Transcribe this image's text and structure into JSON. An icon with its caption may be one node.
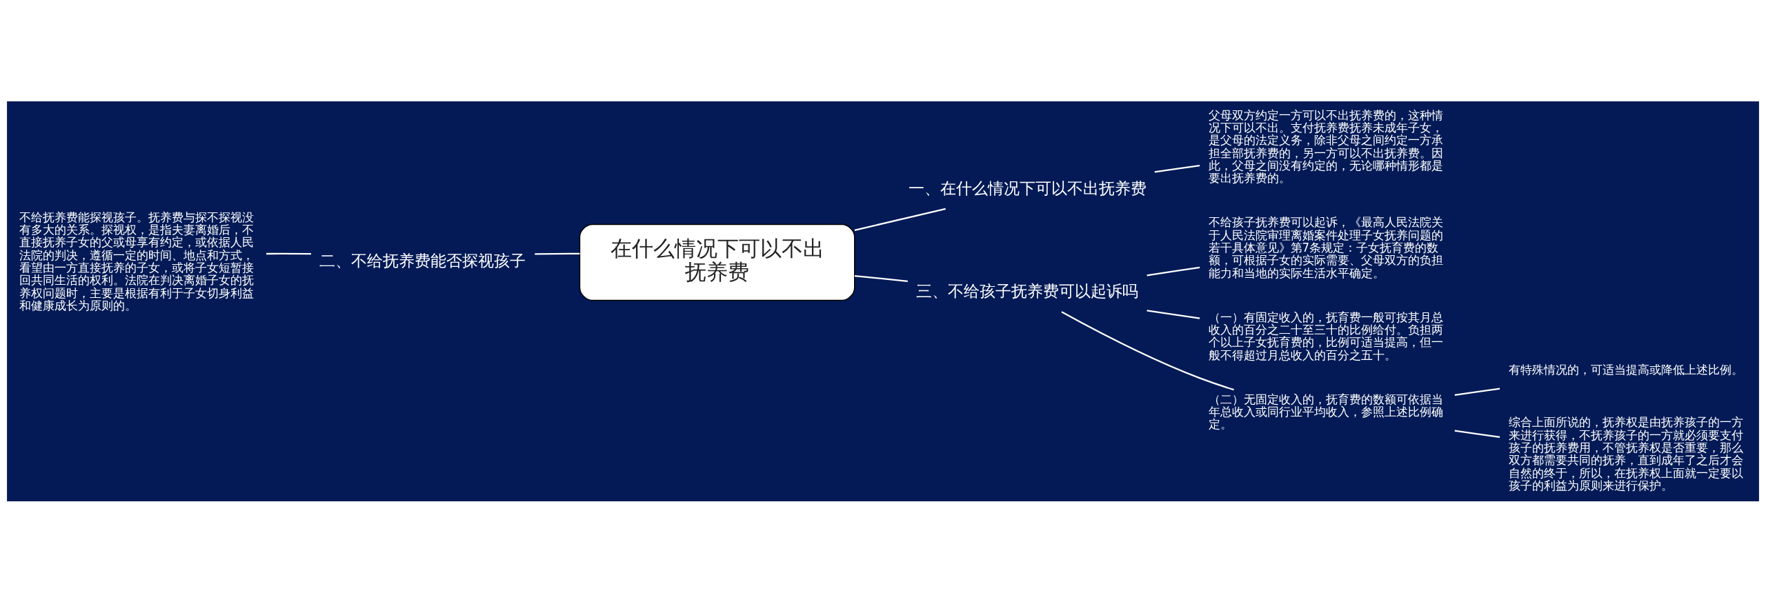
{
  "diagram": {
    "nodes": [
      {
        "text": [
          "在什么情况下可以不出抚养费"
        ]
      },
      {
        "text": [
          "一、在什么情况下可以不出抚养费"
        ]
      },
      {
        "text": [
          "父母双方约定一方可以不出抚养费的，这种情况下可以不出。支付抚养费抚养未成年子女，是父母的法定义务，除非父母之间约定一方承担全部抚养费的，另一方可以不出抚养费。因此，父母之间没有约定的，无论哪种情形都是要出抚养费的。"
        ]
      },
      {
        "text": [
          "二、不给抚养费能否探视孩子"
        ]
      },
      {
        "text": [
          "不给抚养费能探视孩子。抚养费与探不探视没有多大的关系。探视权，是指夫妻离婚后，不直接抚养子女的父或母享有约定，或依据人民法院的判决，遵循一定的时间、地点和方式，看望由一方直接抚养的子女，或将子女短暂接回共同生活的权利。法院在判决离婚子女的抚养权问题时，主要是根据有利于子女切身利益和健康成长为原则的。"
        ]
      },
      {
        "text": [
          "三、不给孩子抚养费可以起诉吗"
        ]
      },
      {
        "text": [
          "不给孩子抚养费可以起诉，《最高人民法院关于人民法院审理离婚案件处理子女抚养问题的若干具体意见》第7条规定：子女抚育费的数额，可根据子女的实际需要、父母双方的负担能力和当地的实际生活水平确定。"
        ]
      },
      {
        "text": [
          "（一）有固定收入的，抚育费一般可按其月总收入的百分之二十至三十的比例给付。负担两个以上子女抚育费的，比例可适当提高，但一般不得超过月总收入的百分之五十。"
        ]
      },
      {
        "text": [
          "（二）无固定收入的，抚育费的数额可依据当年总收入或同行业平均收入，参照上述比例确定。"
        ]
      },
      {
        "text": [
          "有特殊情况的，可适当提高或降低上述比例。"
        ]
      },
      {
        "text": [
          "综合上面所说的，抚养权是由抚养孩子的一方来进行获得，不抚养孩子的一方就必须要支付孩子的抚养费用，不管抚养权是否重要，那么双方都需要共同的抚养，直到成年了之后才会自然的终于，所以，在抚养权上面就一定要以孩子的利益为原则来进行保护。"
        ]
      }
    ],
    "edges": [
      {
        "from": 0,
        "to": 1,
        "arrow": "none"
      },
      {
        "from": 1,
        "to": 2,
        "arrow": "none"
      },
      {
        "from": 0,
        "to": 3,
        "arrow": "none"
      },
      {
        "from": 3,
        "to": 4,
        "arrow": "none"
      },
      {
        "from": 0,
        "to": 5,
        "arrow": "none"
      },
      {
        "from": 5,
        "to": 6,
        "arrow": "none"
      },
      {
        "from": 5,
        "to": 7,
        "arrow": "none"
      },
      {
        "from": 5,
        "to": 8,
        "arrow": "none"
      },
      {
        "from": 8,
        "to": 9,
        "arrow": "none"
      },
      {
        "from": 8,
        "to": 10,
        "arrow": "none"
      }
    ]
  }
}
